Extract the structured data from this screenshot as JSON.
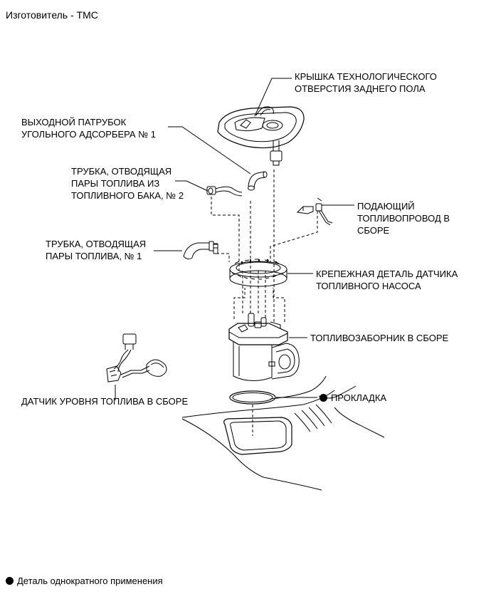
{
  "header": {
    "manufacturer": "Изготовитель - TMC"
  },
  "labels": {
    "floor_cover_1": "КРЫШКА ТЕХНОЛОГИЧЕСКОГО",
    "floor_cover_2": "ОТВЕРСТИЯ ЗАДНЕГО ПОЛА",
    "canister_outlet_1": "ВЫХОДНОЙ ПАТРУБОК",
    "canister_outlet_2": "УГОЛЬНОГО АДСОРБЕРА № 1",
    "vapor_tube2_1": "ТРУБКА, ОТВОДЯЩАЯ",
    "vapor_tube2_2": "ПАРЫ ТОПЛИВА ИЗ",
    "vapor_tube2_3": "ТОПЛИВНОГО БАКА, № 2",
    "fuel_line_1": "ПОДАЮЩИЙ",
    "fuel_line_2": "ТОПЛИВОПРОВОД В",
    "fuel_line_3": "СБОРЕ",
    "vapor_tube1_1": "ТРУБКА, ОТВОДЯЩАЯ",
    "vapor_tube1_2": "ПАРЫ ТОПЛИВА, № 1",
    "retainer_1": "КРЕПЕЖНАЯ ДЕТАЛЬ ДАТЧИКА",
    "retainer_2": "ТОПЛИВНОГО НАСОСА",
    "suction_assy": "ТОПЛИВОЗАБОРНИК В СБОРЕ",
    "gasket": "ПРОКЛАДКА",
    "sender_gauge": "ДАТЧИК УРОВНЯ ТОПЛИВА В СБОРЕ"
  },
  "legend": {
    "single_use": "Деталь однократного применения"
  },
  "icons": {
    "single_use_marker": "filled-circle-icon"
  }
}
